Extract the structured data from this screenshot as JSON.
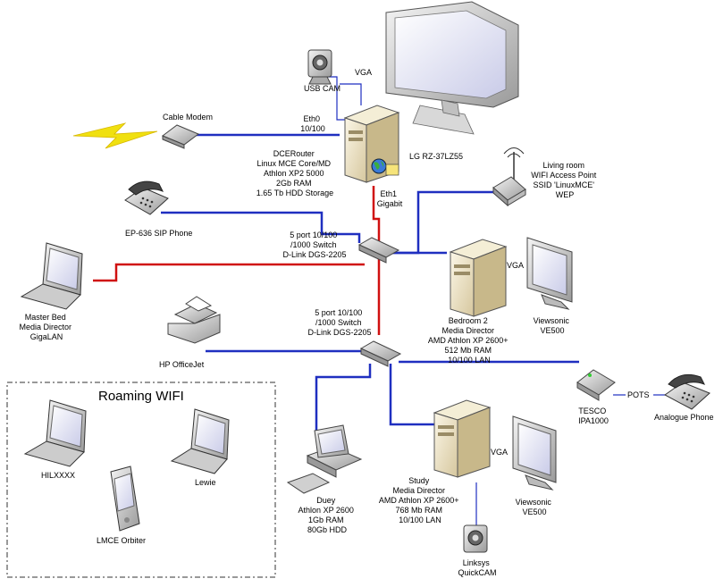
{
  "colors": {
    "lan": "#1f2fc0",
    "gigabit": "#d01010",
    "uplink": "#f0e010",
    "background": "#ffffff"
  },
  "labels": {
    "vga_top": "VGA",
    "usb_cam": "USB CAM",
    "cable_modem": "Cable Modem",
    "eth0": [
      "Eth0",
      "10/100"
    ],
    "router": [
      "DCERouter",
      "Linux MCE Core/MD",
      "Athlon XP2 5000",
      "2Gb RAM",
      "1.65 Tb HDD Storage"
    ],
    "lg_tv": "LG RZ-37LZ55",
    "eth1": [
      "Eth1",
      "Gigabit"
    ],
    "access_point": [
      "Living room",
      "WIFI Access Point",
      "SSID 'LinuxMCE'",
      "WEP"
    ],
    "sip_phone": "EP-636 SIP Phone",
    "switch1": [
      "5 port 10/100",
      "/1000 Switch",
      "D-Link DGS-2205"
    ],
    "bedroom_vga": "VGA",
    "master_bed": [
      "Master Bed",
      "Media Director",
      "GigaLAN"
    ],
    "switch2": [
      "5 port 10/100",
      "/1000 Switch",
      "D-Link DGS-2205"
    ],
    "bedroom2": [
      "Bedroom 2",
      "Media Director",
      "AMD Athlon XP 2600+",
      "512 Mb RAM",
      "10/100 LAN"
    ],
    "viewsonic1": [
      "Viewsonic",
      "VE500"
    ],
    "hp_officejet": "HP OfficeJet",
    "roaming_title": "Roaming WIFI",
    "hilxxxx": "HILXXXX",
    "lewie": "Lewie",
    "lmce_orbiter": "LMCE Orbiter",
    "tesco": [
      "TESCO",
      "IPA1000"
    ],
    "pots": "POTS",
    "analogue_phone": "Analogue Phone",
    "duey": [
      "Duey",
      "Athlon XP 2600",
      "1Gb RAM",
      "80Gb HDD"
    ],
    "study": [
      "Study",
      "Media Director",
      "AMD Athlon XP 2600+",
      "768 Mb RAM",
      "10/100 LAN"
    ],
    "study_vga": "VGA",
    "viewsonic2": [
      "Viewsonic",
      "VE500"
    ],
    "linksys": [
      "Linksys",
      "QuickCAM"
    ]
  },
  "icons": [
    "monitor-icon",
    "webcam-icon",
    "modem-icon",
    "tower-pc-icon",
    "globe-icon",
    "wifi-ap-icon",
    "phone-icon",
    "switch-icon",
    "laptop-icon",
    "printer-icon",
    "pda-icon",
    "desktop-pc-icon",
    "lightning-icon"
  ]
}
